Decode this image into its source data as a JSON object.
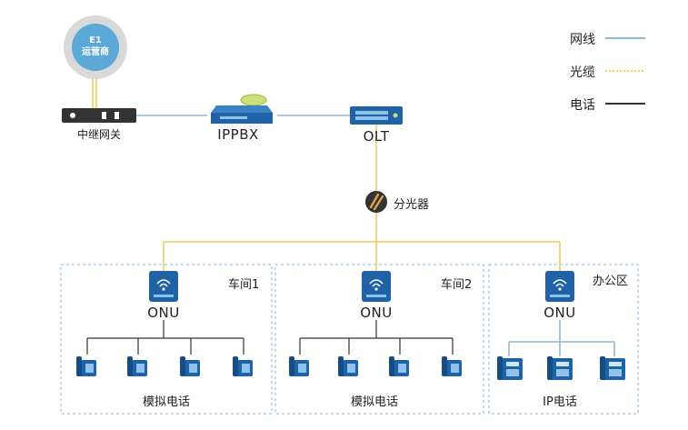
{
  "carrier": {
    "line1": "E1",
    "line2": "运营商"
  },
  "nodes": {
    "trunk_gateway": "中继网关",
    "ippbx": "IPPBX",
    "olt": "OLT",
    "splitter": "分光器"
  },
  "legend": [
    {
      "label": "网线",
      "color": "#8fb8d8",
      "style": "solid"
    },
    {
      "label": "光缆",
      "color": "#f0cf5a",
      "style": "dotted"
    },
    {
      "label": "电话",
      "color": "#333333",
      "style": "solid"
    }
  ],
  "zones": [
    {
      "title": "车间1",
      "onu": "ONU",
      "phones": "模拟电话"
    },
    {
      "title": "车间2",
      "onu": "ONU",
      "phones": "模拟电话"
    },
    {
      "title": "办公区",
      "onu": "ONU",
      "phones": "IP电话"
    }
  ],
  "colors": {
    "network": "#8fb8d8",
    "fiber": "#f0cf5a",
    "phone_line": "#333333",
    "device_blue": "#1f62a6",
    "zone_border": "#9cc2dd"
  }
}
